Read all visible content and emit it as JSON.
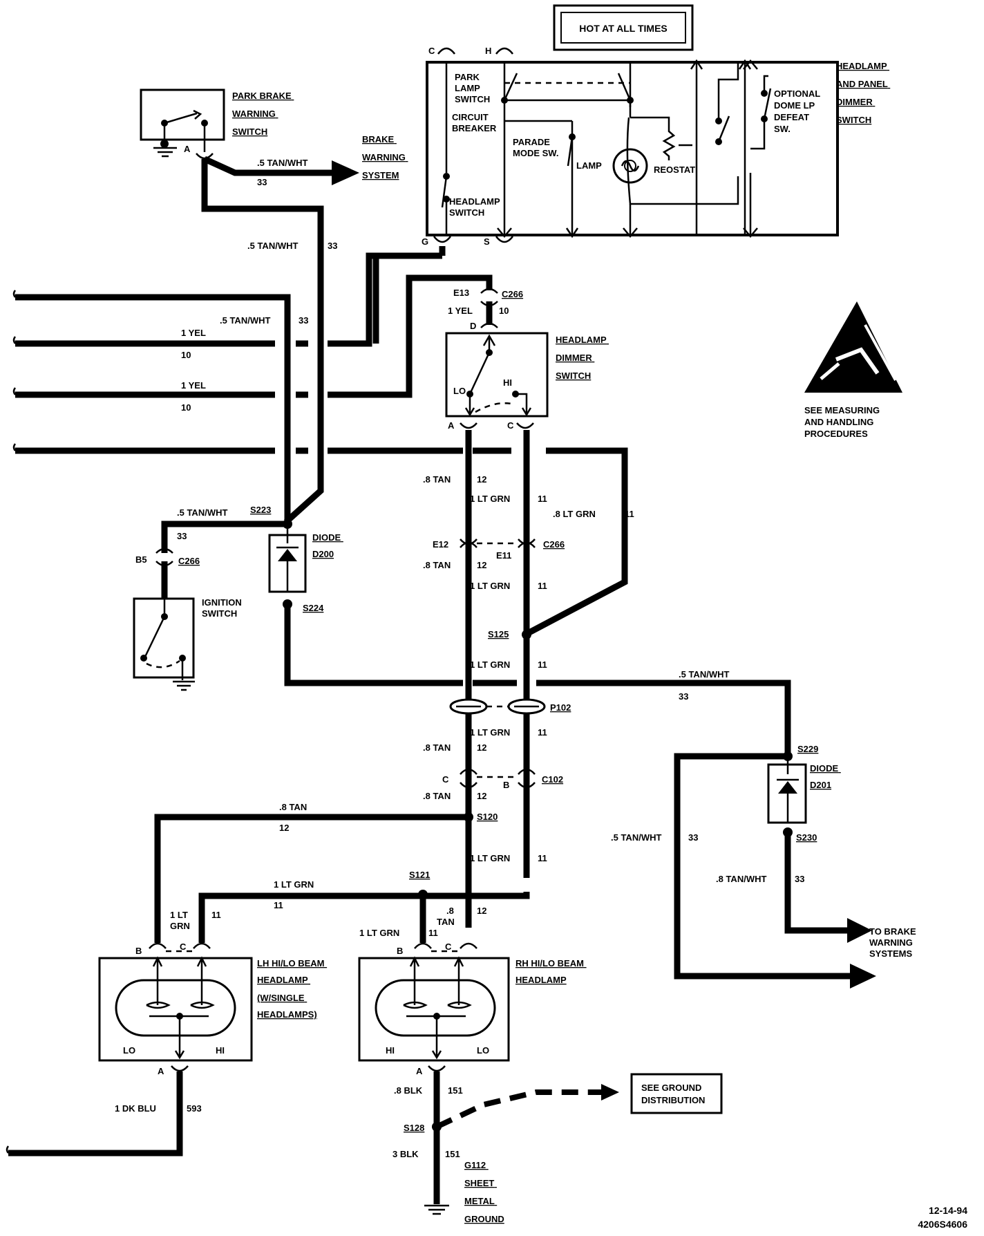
{
  "header": {
    "hot_label": "HOT AT ALL TIMES"
  },
  "headlamp_panel_switch": {
    "title": [
      "HEADLAMP",
      "AND PANEL",
      "DIMMER",
      "SWITCH"
    ],
    "park_lamp_switch": [
      "PARK",
      "LAMP",
      "SWITCH"
    ],
    "circuit_breaker": [
      "CIRCUIT",
      "BREAKER"
    ],
    "headlamp_switch": [
      "HEADLAMP",
      "SWITCH"
    ],
    "parade_mode": [
      "PARADE",
      "MODE SW."
    ],
    "lamp": "LAMP",
    "reostat": "REOSTAT",
    "optional": [
      "OPTIONAL",
      "DOME LP",
      "DEFEAT",
      "SW."
    ],
    "pins": {
      "c": "C",
      "h": "H",
      "g": "G",
      "s": "S"
    }
  },
  "park_brake": {
    "title": [
      "PARK BRAKE",
      "WARNING",
      "SWITCH"
    ],
    "pin": "A",
    "wire_top": ".5 TAN/WHT",
    "circuit_top": "33",
    "wire_mid": ".5 TAN/WHT",
    "circuit_mid": "33"
  },
  "brake_warning": {
    "label": [
      "BRAKE",
      "WARNING",
      "SYSTEM"
    ]
  },
  "left_wires": {
    "w1": ".5 TAN/WHT",
    "c1": "33",
    "w2": "1 YEL",
    "c2": "10",
    "w3": "1 YEL",
    "c3": "10"
  },
  "c266_top": {
    "pin": "E13",
    "name": "C266",
    "wire": "1 YEL",
    "circuit": "10",
    "pin_d": "D"
  },
  "headlamp_dimmer": {
    "title": [
      "HEADLAMP",
      "DIMMER",
      "SWITCH"
    ],
    "lo": "LO",
    "hi": "HI",
    "pin_a": "A",
    "pin_c": "C"
  },
  "esd": {
    "text": [
      "SEE MEASURING",
      "AND HANDLING",
      "PROCEDURES"
    ]
  },
  "ignition": {
    "splice": "S223",
    "wire": ".5 TAN/WHT",
    "circuit": "33",
    "pin": "B5",
    "connector": "C266",
    "title": [
      "IGNITION",
      "SWITCH"
    ]
  },
  "diode_d200": {
    "title": [
      "DIODE",
      "D200"
    ],
    "splice": "S224"
  },
  "center": {
    "w12a": ".8 TAN",
    "c12a": "12",
    "w11a": "1 LT GRN",
    "c11a": "11",
    "w11b": ".8 LT GRN",
    "c11b": "11",
    "pin_e12": "E12",
    "pin_e11": "E11",
    "c266": "C266",
    "w12b": ".8 TAN",
    "c12b": "12",
    "w11c": "1 LT GRN",
    "c11c": "11",
    "s125": "S125",
    "w11d": "1 LT GRN",
    "c11d": "11",
    "p102": "P102",
    "w11e": "1 LT GRN",
    "c11e": "11",
    "w12c": ".8 TAN",
    "c12c": "12",
    "pin_c": "C",
    "pin_b": "B",
    "c102": "C102",
    "w12d": ".8 TAN",
    "c12d": "12",
    "s120": "S120",
    "w11f": "1 LT GRN",
    "c11f": "11",
    "s121": "S121"
  },
  "right_branch": {
    "wire_top": ".5 TAN/WHT",
    "circuit_top": "33",
    "s229": "S229",
    "title": [
      "DIODE",
      "D201"
    ],
    "s230": "S230",
    "wire_left": ".5 TAN/WHT",
    "circuit_left": "33",
    "wire_bottom": ".8 TAN/WHT",
    "circuit_bottom": "33",
    "to_brake": [
      "TO BRAKE",
      "WARNING",
      "SYSTEMS"
    ]
  },
  "lh_headlamp": {
    "title": [
      "LH HI/LO BEAM",
      "HEADLAMP",
      "(W/SINGLE",
      "HEADLAMPS)"
    ],
    "w_tan": ".8 TAN",
    "c_tan": "12",
    "w_grn_1": "1 LT",
    "w_grn_2": "GRN",
    "c_grn": "11",
    "w_top_grn": "1 LT GRN",
    "c_top_grn": "11",
    "pin_b": "B",
    "pin_c": "C",
    "lo": "LO",
    "hi": "HI",
    "pin_a": "A",
    "wire_bottom": "1 DK BLU",
    "circuit_bottom": "593"
  },
  "rh_headlamp": {
    "title": [
      "RH HI/LO BEAM",
      "HEADLAMP"
    ],
    "w_grn": "1 LT GRN",
    "c_grn": "11",
    "w_tan_1": ".8",
    "w_tan_2": "TAN",
    "c_tan": "12",
    "pin_b": "B",
    "pin_c": "C",
    "hi": "HI",
    "lo": "LO",
    "pin_a": "A",
    "wire_bottom": ".8 BLK",
    "circuit_bottom": "151",
    "s128": "S128",
    "wire_ground": "3 BLK",
    "circuit_ground": "151",
    "ground_title": [
      "G112",
      "SHEET",
      "METAL",
      "GROUND"
    ]
  },
  "ground_dist": {
    "text": [
      "SEE GROUND",
      "DISTRIBUTION"
    ]
  },
  "footer": {
    "date": "12-14-94",
    "code": "4206S4606"
  }
}
